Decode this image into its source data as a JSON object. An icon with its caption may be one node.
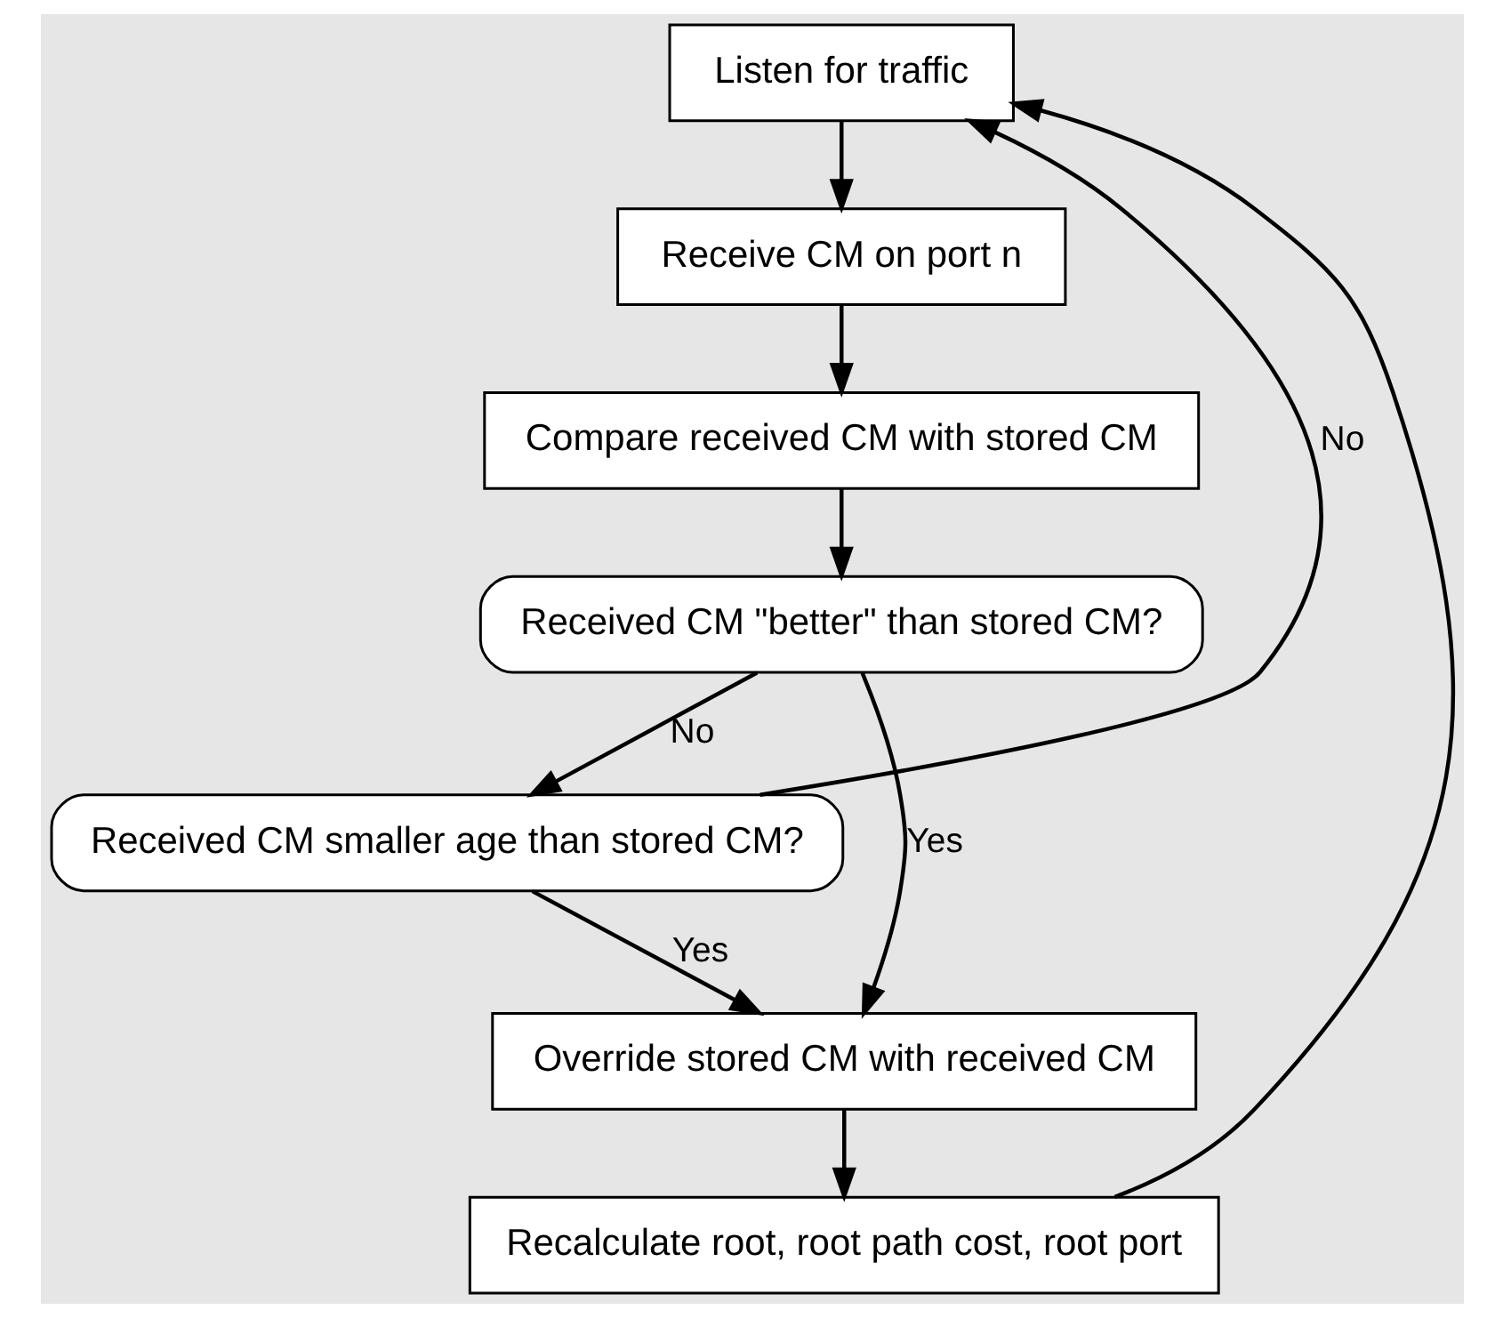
{
  "diagram": {
    "nodes": [
      {
        "text": [
          "Listen for traffic"
        ]
      },
      {
        "text": [
          "Receive CM on port n"
        ]
      },
      {
        "text": [
          "Compare received CM with stored CM"
        ]
      },
      {
        "text": [
          "Received CM \"better\" than stored CM?"
        ]
      },
      {
        "text": [
          "Received CM smaller age than stored CM?"
        ]
      },
      {
        "text": [
          "Override stored CM with received CM"
        ]
      },
      {
        "text": [
          "Recalculate root, root path cost, root port"
        ]
      }
    ],
    "edges": [
      {
        "from": 0,
        "to": 1,
        "arrow": "to"
      },
      {
        "from": 1,
        "to": 2,
        "arrow": "to"
      },
      {
        "from": 2,
        "to": 3,
        "arrow": "to"
      },
      {
        "from": 3,
        "to": 5,
        "arrow": "to",
        "label": "Yes"
      },
      {
        "from": 3,
        "to": 4,
        "arrow": "to",
        "label": "No"
      },
      {
        "from": 4,
        "to": 5,
        "arrow": "to",
        "label": "Yes"
      },
      {
        "from": 4,
        "to": 0,
        "arrow": "to",
        "label": "No"
      },
      {
        "from": 5,
        "to": 6,
        "arrow": "to"
      },
      {
        "from": 6,
        "to": 0,
        "arrow": "to"
      }
    ]
  }
}
